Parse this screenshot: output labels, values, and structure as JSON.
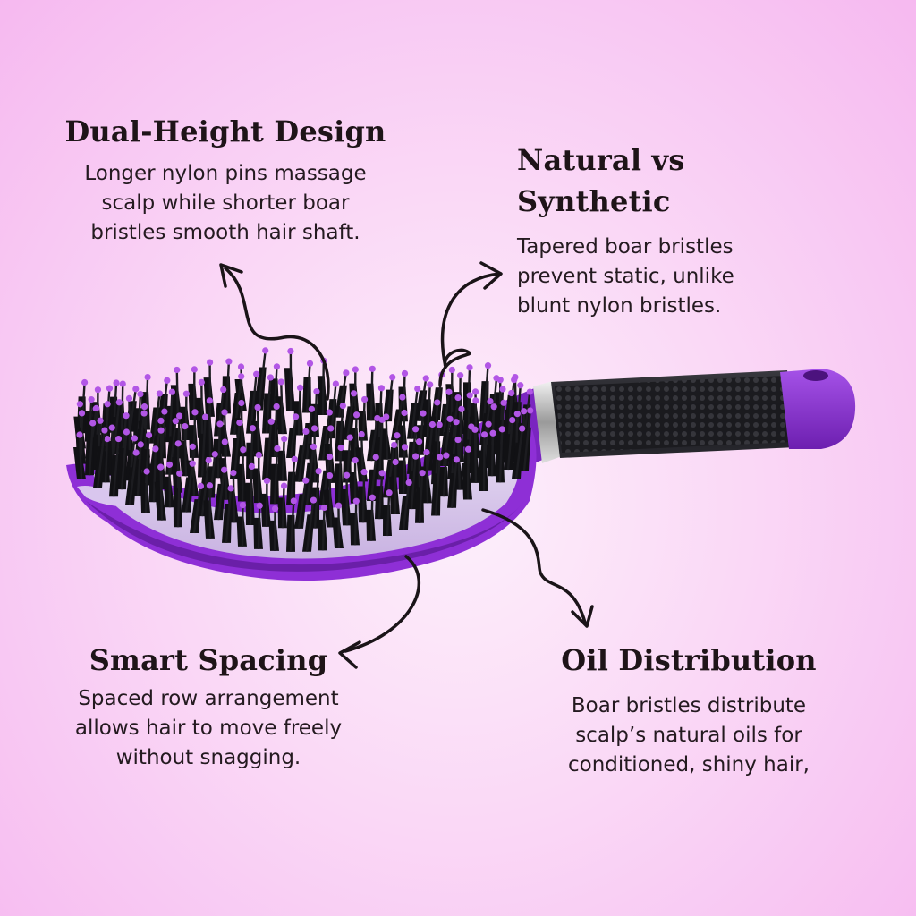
{
  "callouts": {
    "dual_height": {
      "title": "Dual-Height Design",
      "lines": [
        "Longer nylon pins massage",
        "scalp while shorter boar",
        "bristles smooth hair shaft."
      ]
    },
    "natural_vs_synthetic": {
      "title_lines": [
        "Natural vs",
        "Synthetic"
      ],
      "lines": [
        "Tapered boar bristles",
        "prevent static, unlike",
        "blunt nylon bristles."
      ]
    },
    "smart_spacing": {
      "title": "Smart Spacing",
      "lines": [
        "Spaced row arrangement",
        "allows hair to move freely",
        "without snagging."
      ]
    },
    "oil_distribution": {
      "title": "Oil Distribution",
      "lines": [
        "Boar bristles distribute",
        "scalp’s natural oils for",
        "conditioned, shiny hair,"
      ]
    }
  },
  "colors": {
    "brush_purple": "#8e2fd6",
    "brush_purple_dark": "#6a1fa8",
    "handle_black": "#1b1b1f",
    "pin_tip": "#b256e6",
    "arrow": "#1a1418"
  }
}
